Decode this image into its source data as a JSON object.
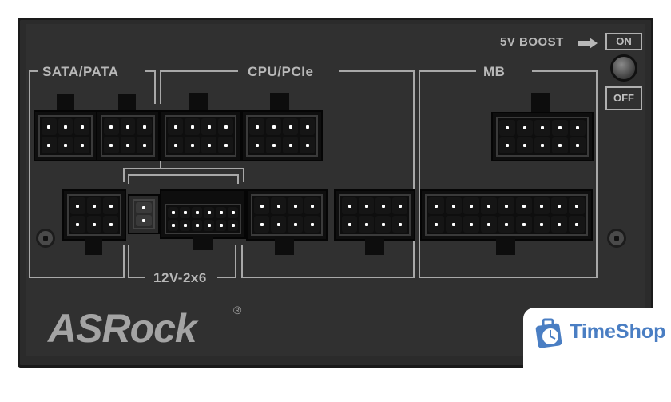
{
  "product": {
    "brand": "ASRock",
    "registered_mark": "®",
    "body_color": "#2b2b2b",
    "label_color": "#b8b8b8"
  },
  "sections": {
    "sata_pata": "SATA/PATA",
    "cpu_pcie": "CPU/PCIe",
    "mb": "MB",
    "high_power": "12V-2x6"
  },
  "boost_switch": {
    "label": "5V BOOST",
    "arrow_icon": "arrow-right-icon",
    "on_label": "ON",
    "off_label": "OFF"
  },
  "connectors": {
    "top_row": [
      {
        "group": "SATA/PATA",
        "rows": 2,
        "cols": 3
      },
      {
        "group": "SATA/PATA",
        "rows": 2,
        "cols": 3
      },
      {
        "group": "CPU/PCIe",
        "rows": 2,
        "cols": 4
      },
      {
        "group": "CPU/PCIe",
        "rows": 2,
        "cols": 4
      },
      {
        "group": "MB",
        "rows": 2,
        "cols": 5
      }
    ],
    "bottom_row": [
      {
        "group": "SATA/PATA",
        "rows": 2,
        "cols": 3
      },
      {
        "group": "12V-2x6",
        "rows": 2,
        "cols": 1,
        "type": "sense"
      },
      {
        "group": "12V-2x6",
        "rows": 2,
        "cols": 6
      },
      {
        "group": "CPU/PCIe",
        "rows": 2,
        "cols": 4
      },
      {
        "group": "CPU/PCIe",
        "rows": 2,
        "cols": 4
      },
      {
        "group": "MB",
        "rows": 2,
        "cols": 9
      }
    ]
  },
  "watermark": {
    "text": "TimeShop",
    "icon": "clock-bag-icon",
    "color": "#4a7ec3"
  }
}
